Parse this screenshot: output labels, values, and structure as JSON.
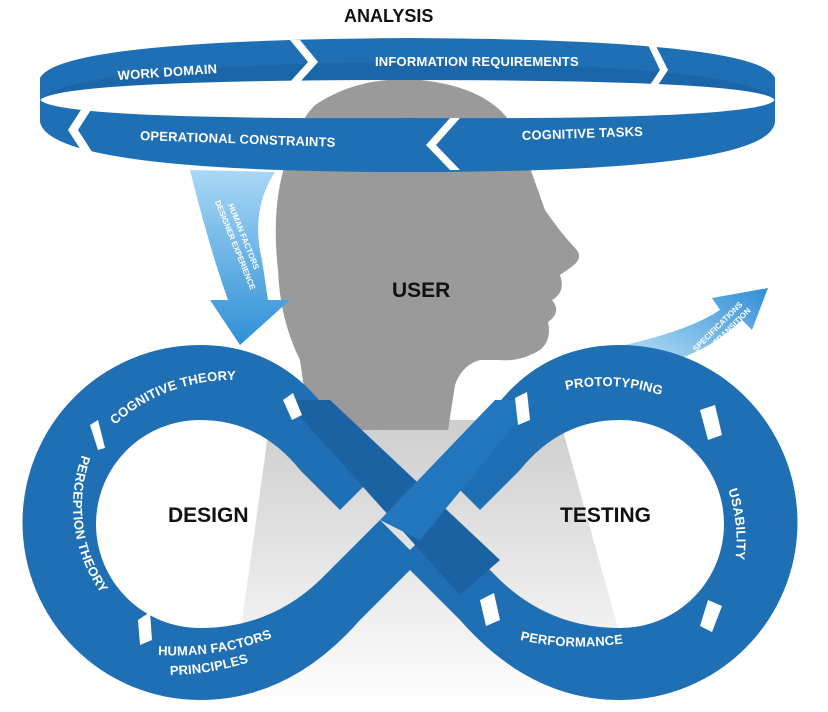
{
  "title": "ANALYSIS",
  "center_label": "USER",
  "loops": {
    "left_label": "DESIGN",
    "right_label": "TESTING"
  },
  "analysis_ring": {
    "items": [
      "WORK DOMAIN",
      "INFORMATION REQUIREMENTS",
      "OPERATIONAL CONSTRAINTS",
      "COGNITIVE TASKS"
    ]
  },
  "design_loop": {
    "items": [
      "COGNITIVE THEORY",
      "PERCEPTION THEORY",
      "HUMAN FACTORS",
      "PRINCIPLES"
    ]
  },
  "testing_loop": {
    "items": [
      "PROTOTYPING",
      "USABILITY",
      "PERFORMANCE"
    ]
  },
  "arrows": {
    "left_lines": [
      "HUMAN FACTORS",
      "DESIGNER EXPERIENCE"
    ],
    "right_lines": [
      "SPECIFICATIONS",
      "FOR TRANSITION"
    ]
  },
  "colors": {
    "blue": "#1f6fb5",
    "blue_dark": "#17598f",
    "blue_light": "#5fb1e6",
    "head_gray": "#9a9a9a",
    "shadow_gray": "#cfcfcf"
  }
}
